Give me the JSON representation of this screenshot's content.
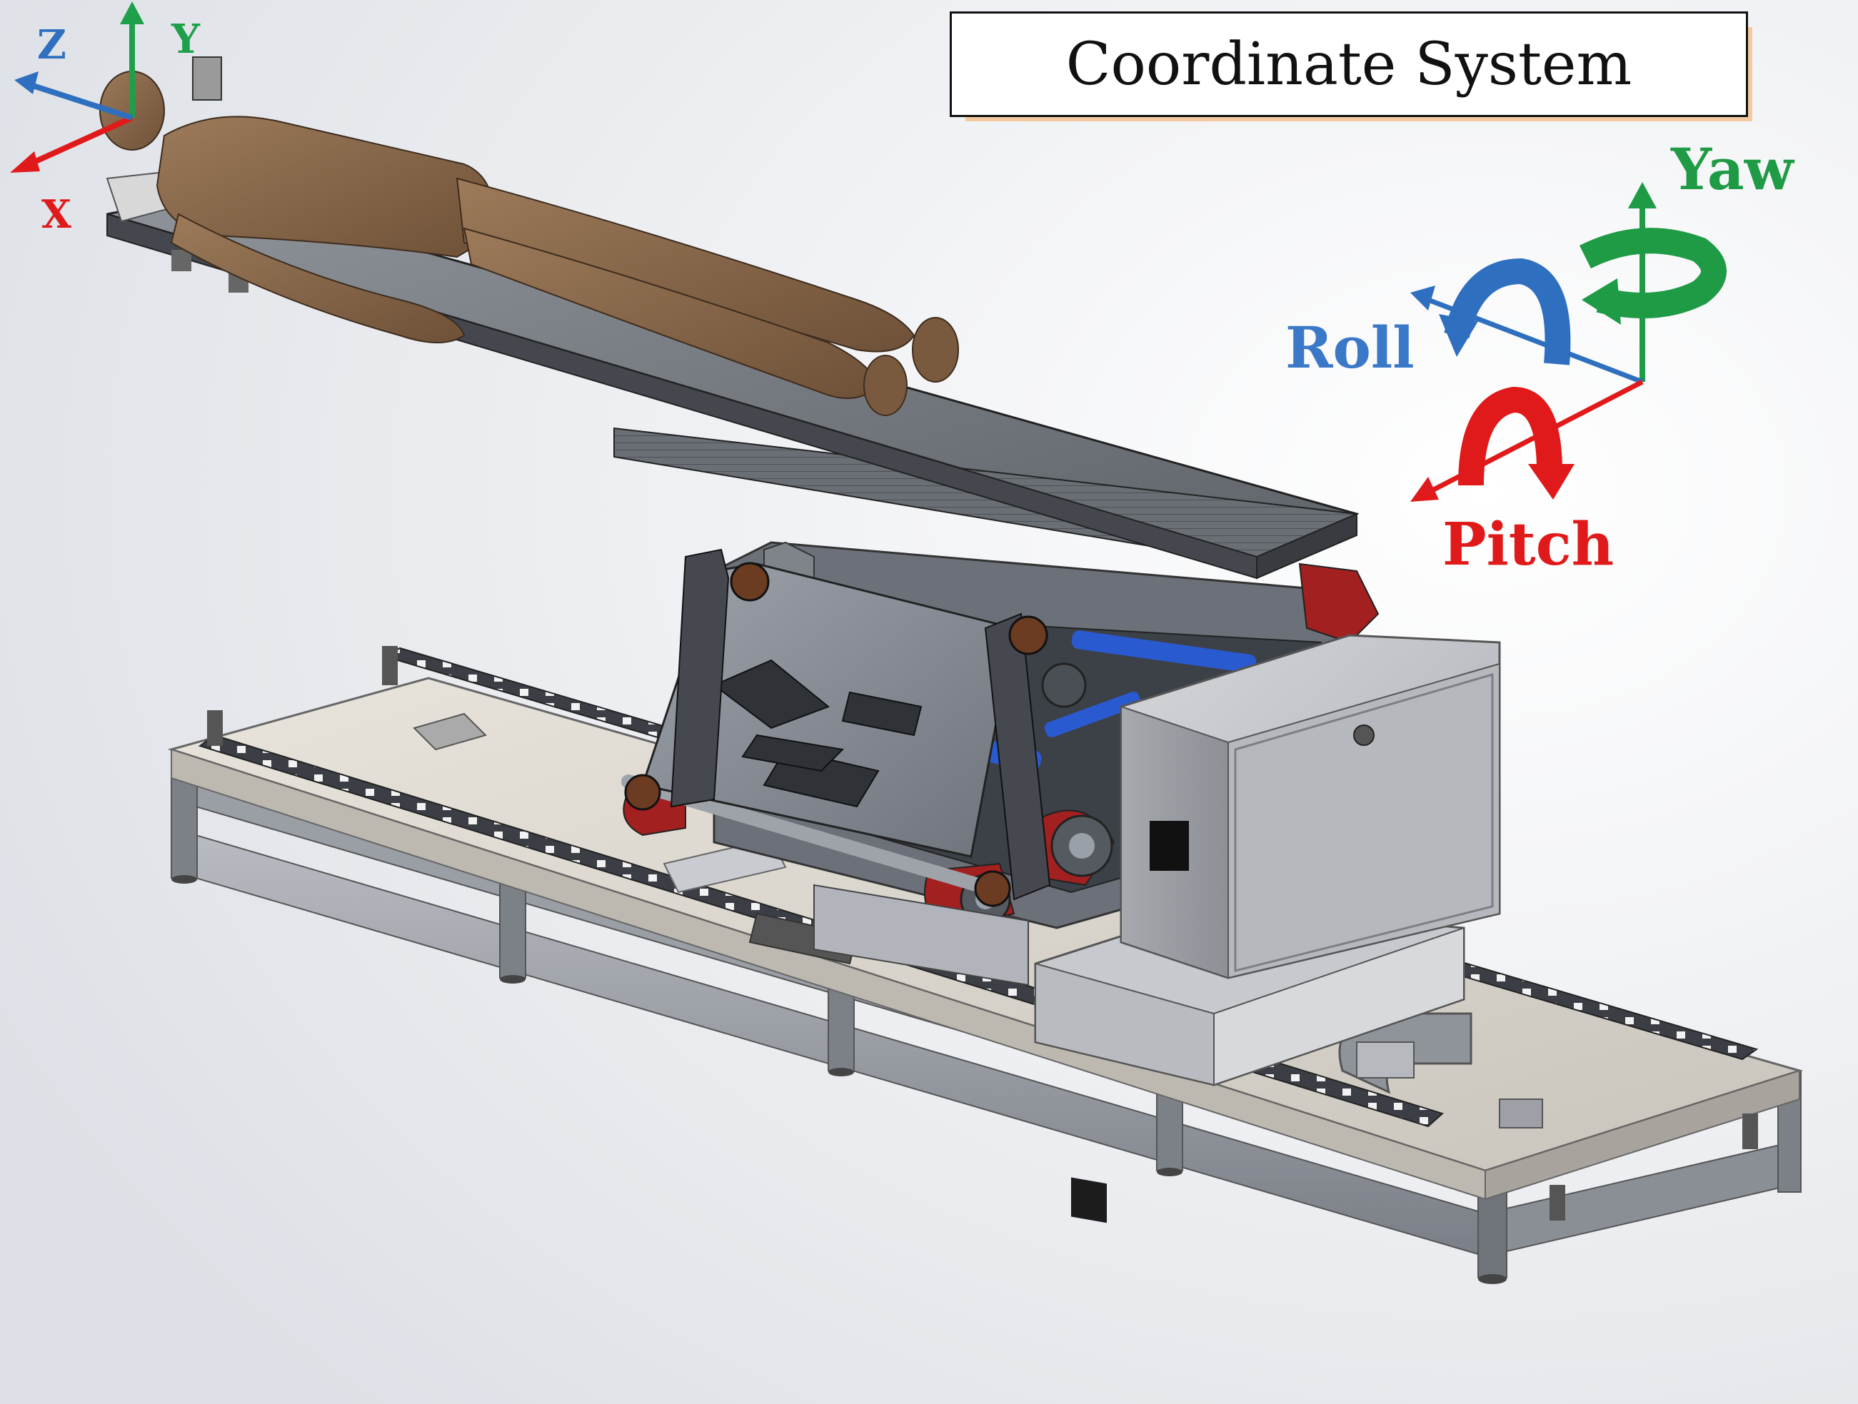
{
  "title": "Coordinate System",
  "patient_frame": {
    "axes": [
      {
        "label": "X",
        "color": "#e01a1a"
      },
      {
        "label": "Y",
        "color": "#1ea04a"
      },
      {
        "label": "Z",
        "color": "#2f6fbf"
      }
    ]
  },
  "rotation_frame": {
    "axes": [
      {
        "label": "Yaw",
        "color": "#1f9a45"
      },
      {
        "label": "Roll",
        "color": "#3a78c8"
      },
      {
        "label": "Pitch",
        "color": "#e01a1a"
      }
    ]
  }
}
